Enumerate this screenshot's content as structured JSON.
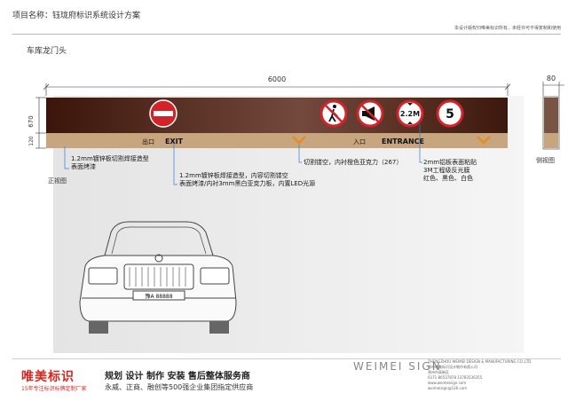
{
  "header": {
    "project_label": "项目名称：钰珑府标识系统设计方案",
    "copyright_note": "本设计版权归唯美标识所有，未经许可不得复制和使用"
  },
  "section_title": "车库龙门头",
  "dimensions": {
    "width_main": "6000",
    "height_total": "670",
    "height_lower": "120",
    "side_depth": "80"
  },
  "sign": {
    "exit_cn": "出口",
    "exit_en": "EXIT",
    "entrance_cn": "入口",
    "entrance_en": "ENTRANCE",
    "height_limit_text": "2.2M",
    "speed_limit_text": "5"
  },
  "callouts": [
    {
      "id": "c1",
      "lines": [
        "1.2mm镀锌板切割焊接造型",
        "表面烤漆"
      ]
    },
    {
      "id": "c2",
      "lines": [
        "1.2mm镀锌板焊接造型，内容切割镂空",
        "表面烤漆/内衬3mm黑白亚克力板，内置LED光源"
      ]
    },
    {
      "id": "c3",
      "lines": [
        "切割镂空，内衬橙色亚克力（267）"
      ]
    },
    {
      "id": "c4",
      "lines": [
        "2mm铝板表面粘贴",
        "3M工程级反光膜",
        "红色、黑色、白色"
      ]
    }
  ],
  "view_labels": {
    "front": "正视图",
    "side": "侧视图"
  },
  "car": {
    "plate": "豫A 88888"
  },
  "footer": {
    "brand_name": "唯美标识",
    "brand_tagline": "15年专注标识标牌定制厂家",
    "slogan": "规划 设计 制作 安装 售后整体服务商",
    "subslogan": "永威、正商、融创等500强企业集团指定供应商",
    "watermark": "WEIMEI SIGN",
    "contact_lines": [
      "ZHENGZHOU WEIMEI DESIGN & MANUFACTURING CO.,LTD",
      "郑州唯美标识设计制作有限公司",
      "郑州市高新区",
      "0371-86537878  13783536355",
      "www.weimeisign.com",
      "weimeisign@126.com"
    ]
  },
  "colors": {
    "panel_brown": "#4a1e10",
    "band_tan": "#c7a57f",
    "accent_orange": "#e88c22",
    "sign_red": "#d2232a",
    "leader_blue": "#2f7fd4",
    "brand_red": "#d7261e"
  }
}
